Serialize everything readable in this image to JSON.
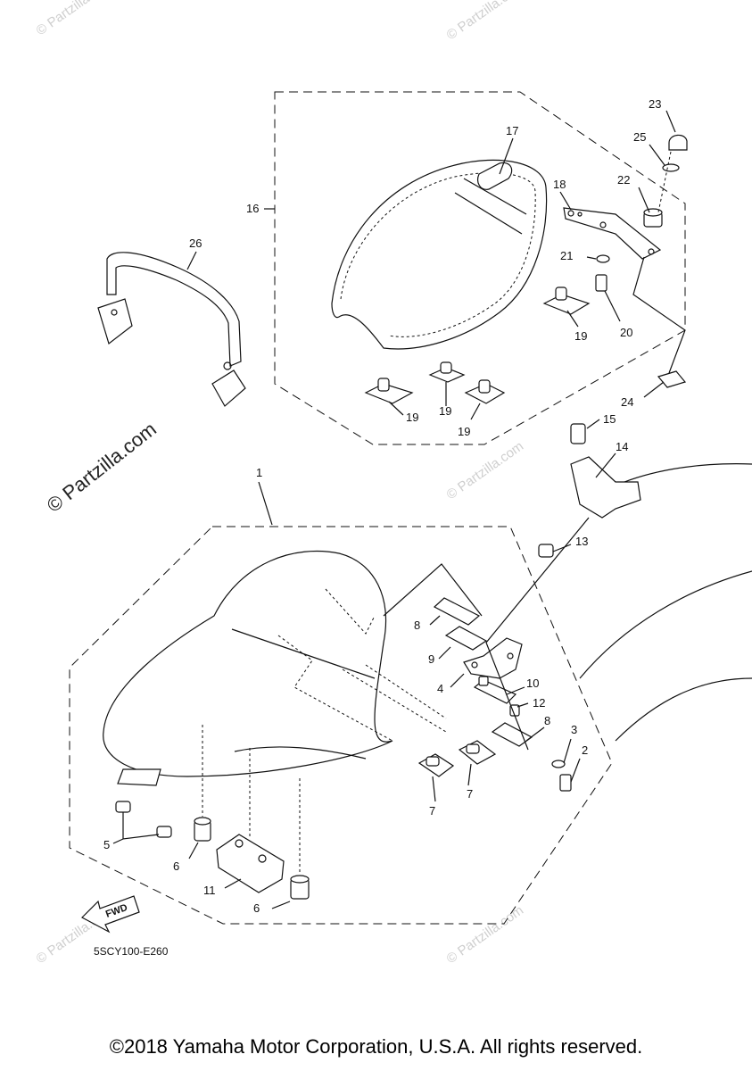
{
  "diagram": {
    "code": "5SCY100-E260",
    "fwd_label": "FWD",
    "watermark_main": "© Partzilla.com",
    "watermark_faint": "© Partzilla.com",
    "callouts": {
      "c1": "1",
      "c2": "2",
      "c3": "3",
      "c4": "4",
      "c5": "5",
      "c6a": "6",
      "c6b": "6",
      "c7a": "7",
      "c7b": "7",
      "c8a": "8",
      "c8b": "8",
      "c9": "9",
      "c10": "10",
      "c11": "11",
      "c12": "12",
      "c13": "13",
      "c14": "14",
      "c15": "15",
      "c16": "16",
      "c17": "17",
      "c18": "18",
      "c19a": "19",
      "c19b": "19",
      "c19c": "19",
      "c19d": "19",
      "c20": "20",
      "c21": "21",
      "c22": "22",
      "c23": "23",
      "c24": "24",
      "c25": "25",
      "c26": "26"
    }
  },
  "footer": {
    "copyright": "©2018 Yamaha Motor Corporation, U.S.A. All rights reserved."
  }
}
